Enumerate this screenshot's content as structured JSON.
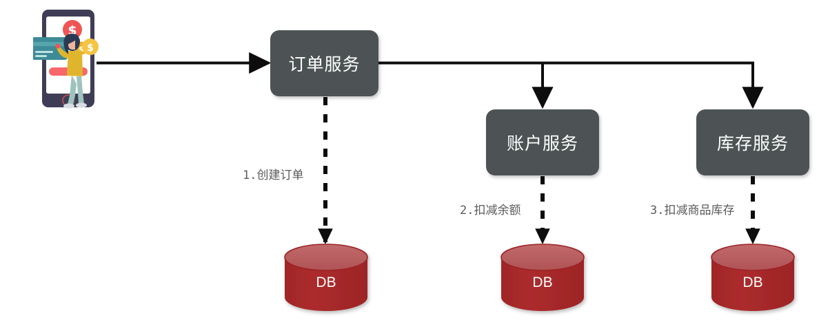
{
  "diagram": {
    "title": "distributed-transaction-flow",
    "background": "#ffffff",
    "colors": {
      "service_box_fill": "#4d5354",
      "service_box_text": "#ffffff",
      "arrow": "#0d0d0d",
      "label_text": "#5a5a5a",
      "db_body": "#a82a2a",
      "db_top": "#b85a5c",
      "db_text": "#ffffff",
      "illustration_phone": "#3f3d56",
      "illustration_accent_red": "#f05555",
      "illustration_card_teal": "#3d8b96",
      "illustration_shirt_yellow": "#e0b52e",
      "illustration_pants_teal": "#9dc3bd",
      "illustration_coin_yellow": "#f5c445"
    },
    "services": [
      {
        "id": "order",
        "label": "订单服务"
      },
      {
        "id": "account",
        "label": "账户服务"
      },
      {
        "id": "stock",
        "label": "库存服务"
      }
    ],
    "databases": [
      {
        "id": "db-order",
        "label": "DB"
      },
      {
        "id": "db-account",
        "label": "DB"
      },
      {
        "id": "db-stock",
        "label": "DB"
      }
    ],
    "steps": [
      {
        "id": "step1",
        "label": "1.创建订单"
      },
      {
        "id": "step2",
        "label": "2.扣减余额"
      },
      {
        "id": "step3",
        "label": "3.扣减商品库存"
      }
    ],
    "illustration": {
      "name": "mobile-payment-illustration",
      "dollar_symbol": "$",
      "coin_symbol": "$"
    }
  }
}
